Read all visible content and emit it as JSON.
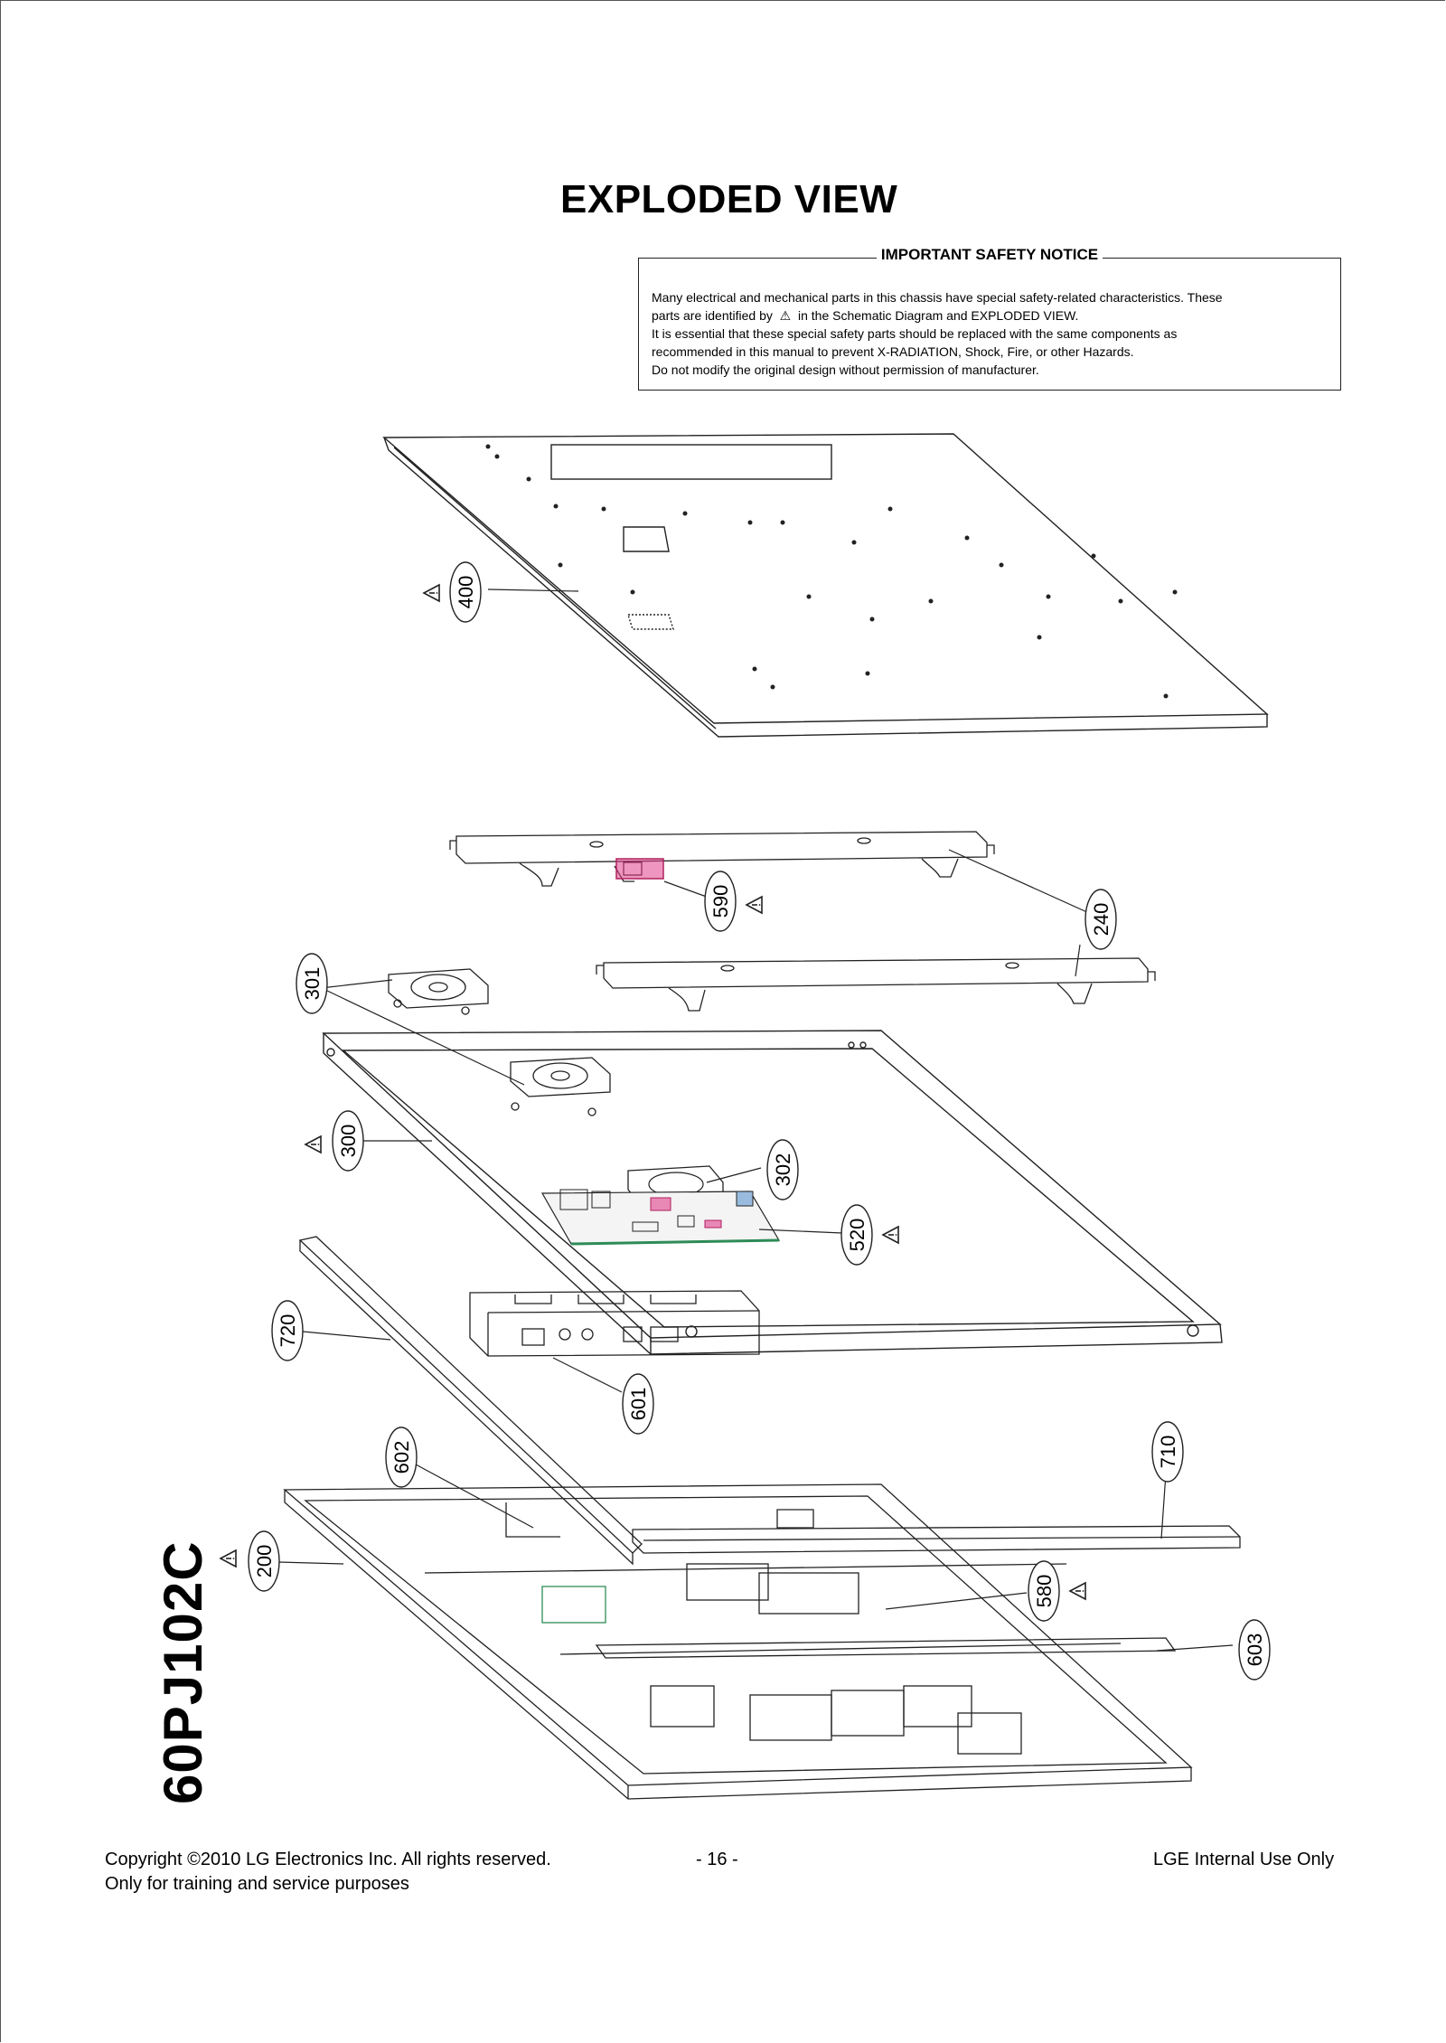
{
  "page": {
    "title": "EXPLODED VIEW",
    "model": "60PJ102C"
  },
  "notice": {
    "title": "IMPORTANT SAFETY NOTICE",
    "line1": "Many electrical and mechanical parts in this chassis have special safety-related characteristics. These",
    "line2a": "parts are identified by",
    "warning_symbol": "⚠",
    "line2b": "in the Schematic Diagram and EXPLODED VIEW.",
    "line3": "It is essential that these special safety parts should be replaced with the same components as",
    "line4": "recommended in this manual to prevent X-RADIATION, Shock, Fire, or other Hazards.",
    "line5": "Do not modify the original design without permission of manufacturer."
  },
  "parts": [
    {
      "number": "400",
      "safety": true
    },
    {
      "number": "590",
      "safety": true
    },
    {
      "number": "240",
      "safety": false
    },
    {
      "number": "301",
      "safety": false
    },
    {
      "number": "300",
      "safety": true
    },
    {
      "number": "302",
      "safety": false
    },
    {
      "number": "520",
      "safety": true
    },
    {
      "number": "720",
      "safety": false
    },
    {
      "number": "601",
      "safety": false
    },
    {
      "number": "602",
      "safety": false
    },
    {
      "number": "710",
      "safety": false
    },
    {
      "number": "200",
      "safety": true
    },
    {
      "number": "580",
      "safety": true
    },
    {
      "number": "603",
      "safety": false
    }
  ],
  "footer": {
    "copyright": "Copyright ©2010 LG Electronics Inc. All rights reserved.",
    "training": "Only for training and service purposes",
    "page_number": "- 16 -",
    "internal": "LGE Internal Use Only"
  },
  "colors": {
    "highlight": "#e0408a",
    "line": "#222222",
    "board": "#2e8b57"
  }
}
